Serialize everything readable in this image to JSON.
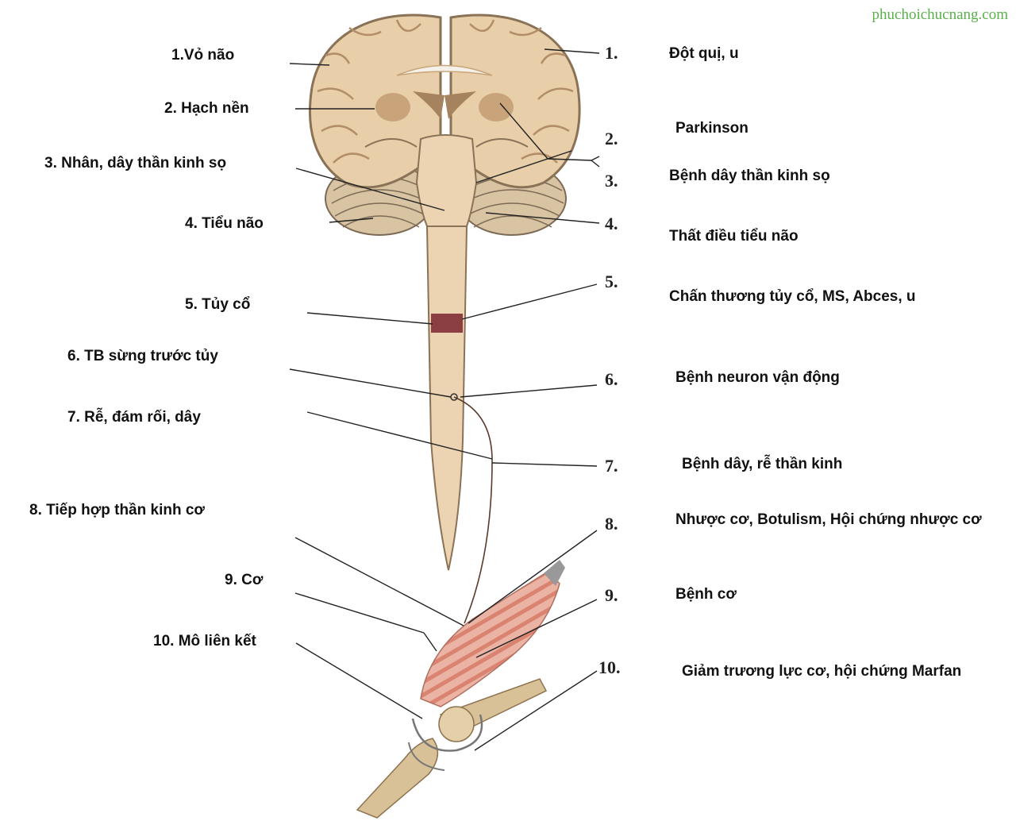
{
  "watermark": "phuchoichucnang.com",
  "colors": {
    "brain": "#e8cfa9",
    "brain_dark": "#c9a47a",
    "cord": "#ecd3b1",
    "lesion": "#7a2530",
    "muscle": "#e8a996",
    "bone": "#d9c197",
    "line": "#222222"
  },
  "left_labels": [
    "1.Vỏ não",
    "2. Hạch nền",
    "3. Nhân, dây thần kinh sọ",
    "4. Tiểu não",
    "5. Tủy cổ",
    "6. TB sừng trước tủy",
    "7. Rễ, đám rối, dây",
    "8. Tiếp hợp thần kinh cơ",
    "9. Cơ",
    "10. Mô liên kết"
  ],
  "numbers": [
    "1.",
    "2.",
    "3.",
    "4.",
    "5.",
    "6.",
    "7.",
    "8.",
    "9.",
    "10."
  ],
  "right_labels": [
    "Đột quị, u",
    "Parkinson",
    "Bệnh dây thần kinh sọ",
    "Thất điều tiểu não",
    "Chấn thương tủy cổ, MS, Abces, u",
    "Bệnh neuron vận động",
    "Bệnh dây, rễ thần kinh",
    "Nhược cơ, Botulism, Hội chứng nhược cơ",
    "Bệnh cơ",
    "Giảm trương lực cơ, hội chứng Marfan"
  ]
}
